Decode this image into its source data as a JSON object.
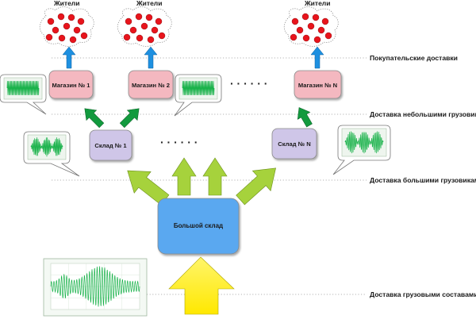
{
  "colors": {
    "resident_dot": "#e8141c",
    "store_fill": "#f4b8c0",
    "warehouse_fill": "#cfc6e8",
    "big_warehouse_fill": "#5aa8f0",
    "arrow_blue": "#1e90e0",
    "arrow_green_dark": "#129a3e",
    "arrow_green_light": "#a6d23c",
    "arrow_yellow": "#fff200",
    "signal_line": "#19b24a"
  },
  "residents": [
    {
      "label": "Жители"
    },
    {
      "label": "Жители"
    },
    {
      "label": "Жители"
    }
  ],
  "stores": [
    {
      "label": "Магазин № 1"
    },
    {
      "label": "Магазин № 2"
    },
    {
      "label": "Магазин № N"
    }
  ],
  "warehouses": [
    {
      "label": "Склад № 1"
    },
    {
      "label": "Склад № N"
    }
  ],
  "big_warehouse": {
    "label": "Большой склад"
  },
  "levels": {
    "consumer": "Покупательские доставки",
    "small_trucks": "Доставка небольшими грузовиками",
    "big_trucks": "Доставка большими грузовиками",
    "trains": "Доставка грузовыми составами"
  },
  "ellipsis": "· · · · · ·"
}
